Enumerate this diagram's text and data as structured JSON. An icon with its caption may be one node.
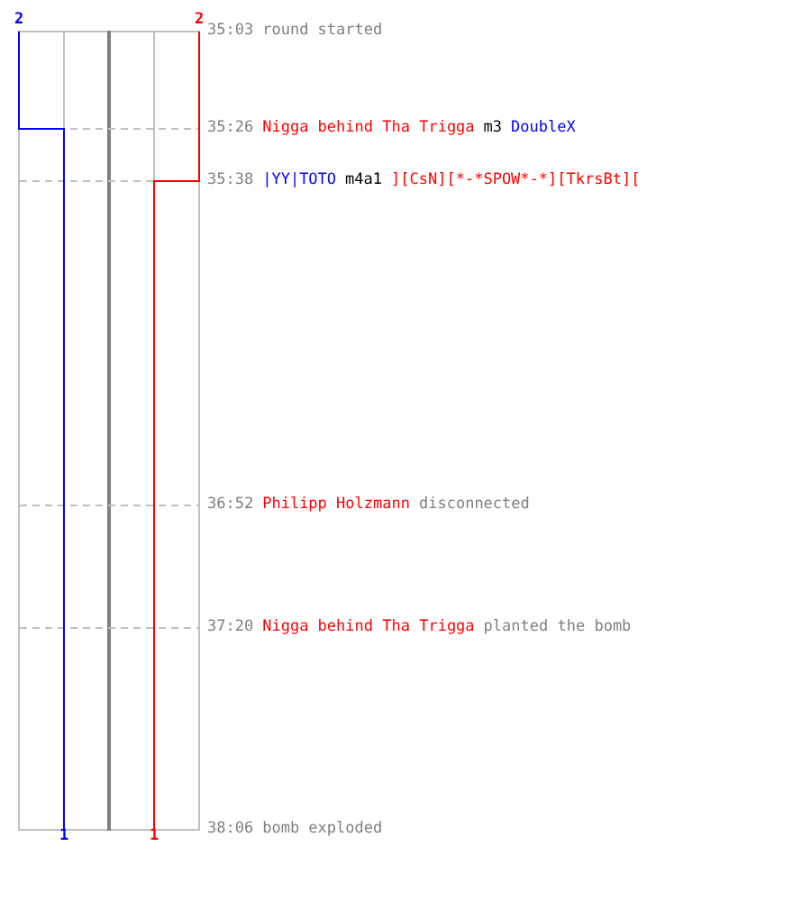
{
  "diagram": {
    "labels": [
      "2",
      "2",
      "35:03",
      "round started",
      "35:26",
      "Nigga behind Tha Trigga",
      "m3",
      "DoubleX",
      "35:38",
      "|YY|TOTO",
      "m4a1",
      "][CsN][*-*SPOW*-*][TkrsBt][",
      "36:52",
      "Philipp Holzmann",
      "disconnected",
      "37:20",
      "Nigga behind Tha Trigga",
      "planted the bomb",
      "1",
      "1",
      "38:06",
      "bomb exploded"
    ]
  }
}
